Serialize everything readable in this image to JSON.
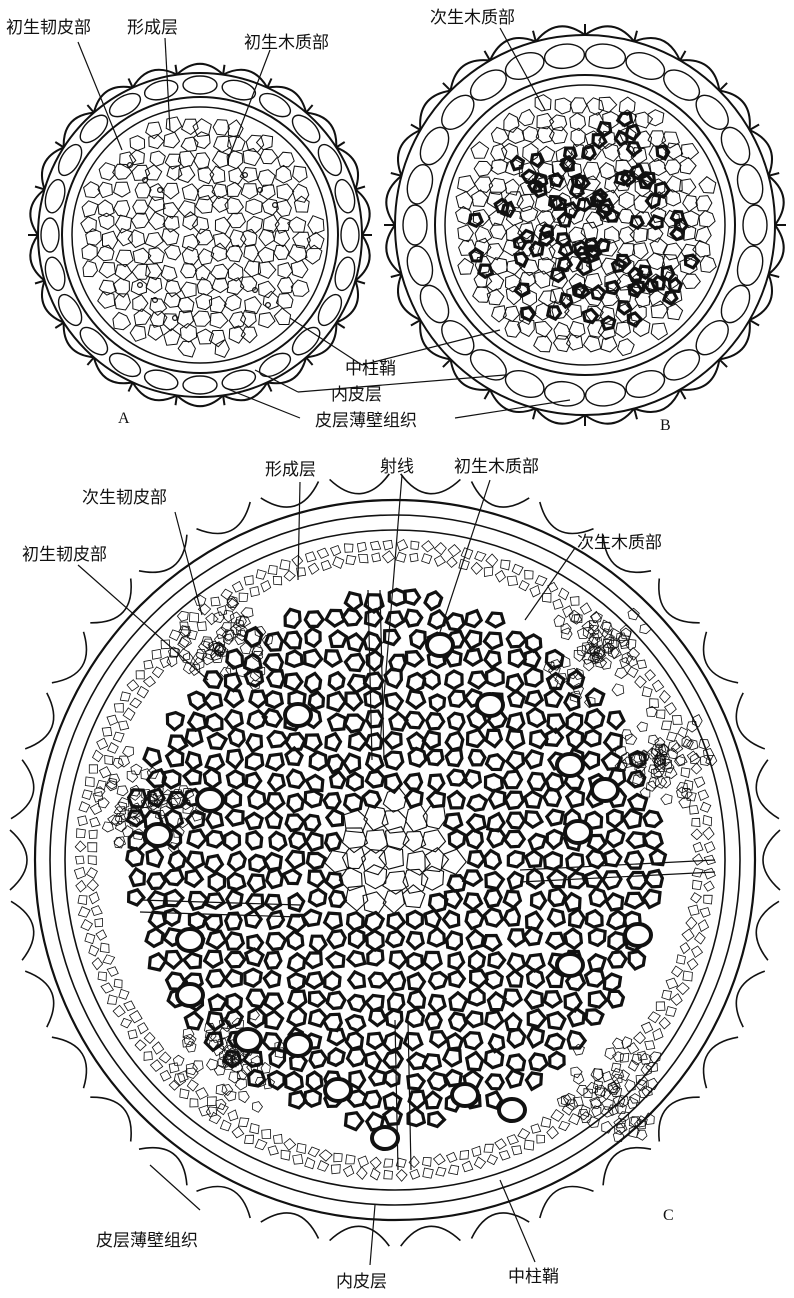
{
  "panel_a": {
    "letter": "A",
    "labels": {
      "primary_phloem": "初生韧皮部",
      "cambium": "形成层",
      "primary_xylem": "初生木质部"
    }
  },
  "panel_b": {
    "letter": "B",
    "labels": {
      "secondary_xylem": "次生木质部"
    }
  },
  "shared_ab_labels": {
    "pericycle": "中柱鞘",
    "endodermis": "内皮层",
    "cortex_parenchyma": "皮层薄壁组织"
  },
  "panel_c": {
    "letter": "C",
    "labels": {
      "cambium": "形成层",
      "ray": "射线",
      "primary_xylem": "初生木质部",
      "secondary_phloem": "次生韧皮部",
      "secondary_xylem": "次生木质部",
      "primary_phloem": "初生韧皮部",
      "cortex_parenchyma": "皮层薄壁组织",
      "endodermis": "内皮层",
      "pericycle": "中柱鞘"
    }
  },
  "colors": {
    "ink": "#111111",
    "paper": "#ffffff"
  }
}
